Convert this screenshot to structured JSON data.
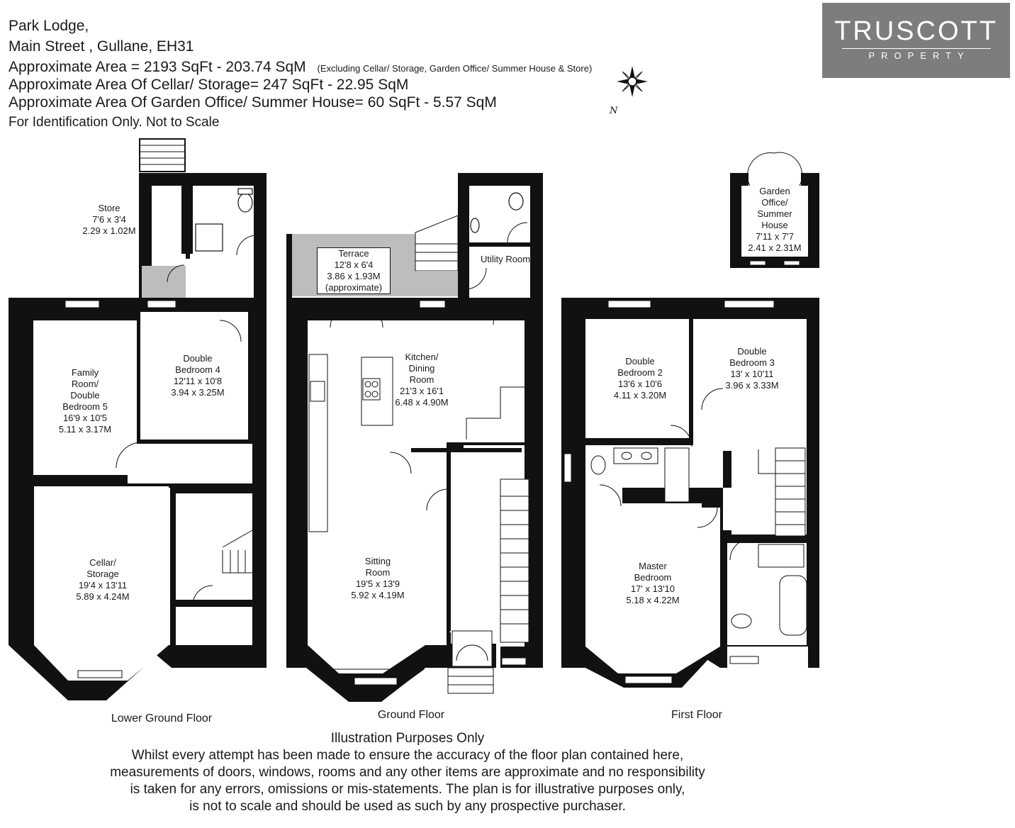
{
  "header": {
    "address_line1": "Park Lodge,",
    "address_line2": "Main Street , Gullane, EH31",
    "area_main": "Approximate Area = 2193 SqFt - 203.74 SqM",
    "area_main_note": "(Excluding Cellar/ Storage, Garden Office/ Summer House & Store)",
    "area_cellar": "Approximate Area Of Cellar/ Storage= 247 SqFt - 22.95 SqM",
    "area_garden": "Approximate Area Of Garden Office/ Summer House= 60 SqFt - 5.57 SqM",
    "identification": "For Identification Only. Not to Scale"
  },
  "logo": {
    "name": "TRUSCOTT",
    "sub": "PROPERTY",
    "bg_color": "#7d7d7d"
  },
  "compass": {
    "icon": "compass-rose-icon",
    "label": "N"
  },
  "rooms": {
    "store": "Store\n7'6 x 3'4\n2.29 x 1.02M",
    "terrace": "Terrace\n12'8 x 6'4\n3.86 x 1.93M\n(approximate)",
    "utility": "Utility Room",
    "garden_office": "Garden\nOffice/\nSummer\nHouse\n7'11 x 7'7\n2.41 x 2.31M",
    "family_room": "Family\nRoom/\nDouble\nBedroom 5\n16'9 x 10'5\n5.11 x 3.17M",
    "bedroom4": "Double\nBedroom 4\n12'11 x 10'8\n3.94 x 3.25M",
    "cellar": "Cellar/\nStorage\n19'4 x 13'11\n5.89 x 4.24M",
    "kitchen": "Kitchen/\nDining\nRoom\n21'3 x 16'1\n6.48 x 4.90M",
    "sitting": "Sitting\nRoom\n19'5 x 13'9\n5.92 x 4.19M",
    "bedroom2": "Double\nBedroom 2\n13'6 x 10'6\n4.11 x 3.20M",
    "bedroom3": "Double\nBedroom 3\n13' x 10'11\n3.96 x 3.33M",
    "master": "Master\nBedroom\n17' x 13'10\n5.18 x 4.22M"
  },
  "floors": {
    "lower": "Lower Ground Floor",
    "ground": "Ground Floor",
    "first": "First Floor"
  },
  "disclaimer": {
    "title": "Illustration Purposes Only",
    "l1": "Whilst every attempt has been made to ensure the accuracy of the floor plan contained here,",
    "l2": "measurements of doors, windows, rooms and any other items are approximate and no responsibility",
    "l3": "is taken for any errors, omissions or mis-statements. The plan is for illustrative purposes only,",
    "l4": "is not to scale and should be used as such by any prospective purchaser."
  },
  "colors": {
    "wall": "#111111",
    "terrace_fill": "#bdbdbd"
  }
}
